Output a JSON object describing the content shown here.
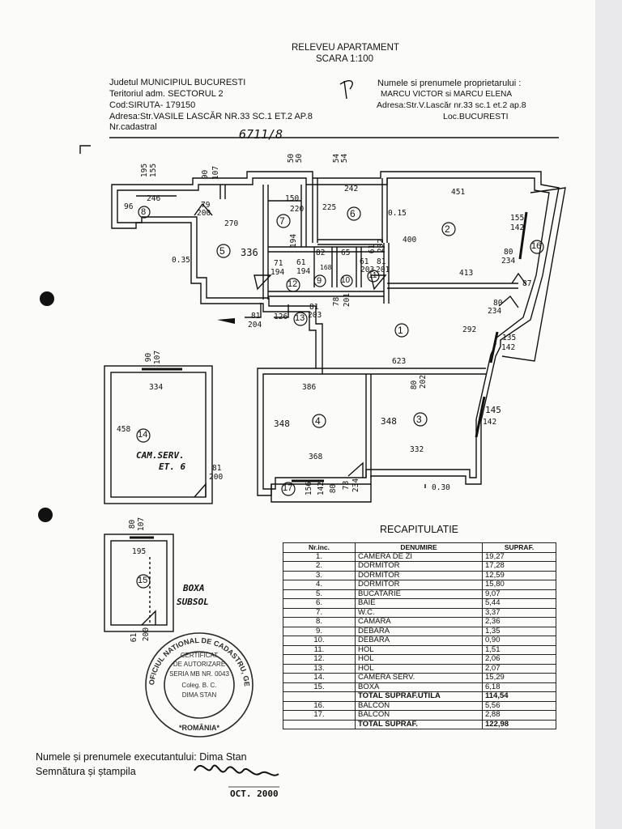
{
  "header": {
    "title": "RELEVEU APARTAMENT",
    "scale": "SCARA 1:100"
  },
  "left_block": {
    "judet": "Judetul MUNICIPIUL BUCURESTI",
    "teritoriul": "Teritoriul adm. SECTORUL 2",
    "cod": "Cod:SIRUTA- 179150",
    "adresa": "Adresa:Str.VASILE LASCĂR NR.33 SC.1 ET.2 AP.8",
    "cadastral": "Nr.cadastral",
    "cadastral_hand": "6711/8"
  },
  "right_block": {
    "label": "Numele si prenumele proprietarului :",
    "owners": "MARCU VICTOR si MARCU ELENA",
    "adresa": "Adresa:Str.V.Lascăr nr.33 sc.1 et.2 ap.8",
    "loc": "Loc.BUCURESTI"
  },
  "plan": {
    "rooms": [
      {
        "no": "1"
      },
      {
        "no": "2"
      },
      {
        "no": "3"
      },
      {
        "no": "4"
      },
      {
        "no": "5"
      },
      {
        "no": "6"
      },
      {
        "no": "7"
      },
      {
        "no": "8"
      },
      {
        "no": "9"
      },
      {
        "no": "10"
      },
      {
        "no": "11"
      },
      {
        "no": "12"
      },
      {
        "no": "13"
      },
      {
        "no": "14"
      },
      {
        "no": "15"
      },
      {
        "no": "16"
      },
      {
        "no": "17"
      }
    ],
    "dims": {
      "d195": "195",
      "d155": "155",
      "d90a": "90",
      "d107a": "107",
      "d50a": "50",
      "d50b": "50",
      "d54a": "54",
      "d54b": "54",
      "d246": "246",
      "d79": "79",
      "d200a": "200",
      "d96": "96",
      "d270": "270",
      "d336": "336",
      "d035": "0.35",
      "d150": "150",
      "d220": "220",
      "d194a": "194",
      "d61a": "61",
      "d194b": "194",
      "d71": "71",
      "d194c": "194",
      "d82": "82",
      "d168": "168",
      "d65": "65",
      "d61b": "61",
      "d203": "203",
      "d225": "225",
      "d242": "242",
      "d015": "0.15",
      "d451": "451",
      "d400": "400",
      "d413": "413",
      "d81a": "81",
      "d201a": "201",
      "d61c": "61",
      "d202a": "202",
      "d155b": "155",
      "d142a": "142",
      "d80a": "80",
      "d234a": "234",
      "d87": "87",
      "d80b": "80",
      "d234b": "234",
      "d78": "78",
      "d201b": "201",
      "d81b": "81",
      "d204": "204",
      "d126": "126",
      "d81c": "81",
      "d203b": "203",
      "d292": "292",
      "d135": "135",
      "d142b": "142",
      "d623": "623",
      "d386": "386",
      "d80c": "80",
      "d202b": "202",
      "d348a": "348",
      "d348b": "348",
      "d145": "145",
      "d142c": "142",
      "d368": "368",
      "d332": "332",
      "d030": "0.30",
      "d156": "156",
      "d142d": "142",
      "d80d": "80",
      "d78b": "78",
      "d234c": "234",
      "d90b": "90",
      "d107b": "107",
      "d334": "334",
      "d458": "458",
      "d81d": "81",
      "d200b": "200",
      "cam_serv": "CAM.SERV.",
      "et6": "ET. 6",
      "d80e": "80",
      "d107c": "107",
      "d195b": "195",
      "d61d": "61",
      "d200c": "200",
      "boxa": "BOXA",
      "subsol": "SUBSOL"
    }
  },
  "recap": {
    "title": "RECAPITULATIE",
    "headers": [
      "Nr.inc.",
      "DENUMIRE",
      "SUPRAF."
    ],
    "rows": [
      [
        "1.",
        "CAMERA DE ZI",
        "19,27"
      ],
      [
        "2.",
        "DORMITOR",
        "17,28"
      ],
      [
        "3.",
        "DORMITOR",
        "12,59"
      ],
      [
        "4.",
        "DORMITOR",
        "15,80"
      ],
      [
        "5.",
        "BUCATARIE",
        "9,07"
      ],
      [
        "6.",
        "BAIE",
        "5,44"
      ],
      [
        "7.",
        "W.C.",
        "3,37"
      ],
      [
        "8.",
        "CAMARA",
        "2,36"
      ],
      [
        "9.",
        "DEBARA",
        "1,35"
      ],
      [
        "10.",
        "DEBARA",
        "0,90"
      ],
      [
        "11.",
        "HOL",
        "1,51"
      ],
      [
        "12.",
        "HOL",
        "2,06"
      ],
      [
        "13.",
        "HOL",
        "2,07"
      ],
      [
        "14.",
        "CAMERA SERV.",
        "15,29"
      ],
      [
        "15.",
        "BOXA",
        "6,18"
      ]
    ],
    "total_util": [
      "",
      "TOTAL SUPRAF.UTILA",
      "114,54"
    ],
    "rows2": [
      [
        "16.",
        "BALCON",
        "5,56"
      ],
      [
        "17.",
        "BALCON",
        "2,88"
      ]
    ],
    "total": [
      "",
      "TOTAL SUPRAF.",
      "122,98"
    ]
  },
  "stamp": {
    "ring_top": "OFICIUL NATIONAL DE CADASTRU, GEODEZIE SI CARTOGRAFIE",
    "country": "*ROMÂNIA*",
    "l1": "CERTIFICAT",
    "l2": "DE AUTORIZARE",
    "l3": "SERIA MB NR. 0043",
    "l4": "Coleg. B. C.",
    "l5": "DIMA STAN"
  },
  "footer": {
    "executant": "Numele și prenumele executantului: Dima Stan",
    "semnatura": "Semnătura și ștampila",
    "date": "OCT. 2000"
  },
  "colors": {
    "ink": "#111111",
    "stamp": "#2a2a2a",
    "edge": "#e9e9ec"
  }
}
